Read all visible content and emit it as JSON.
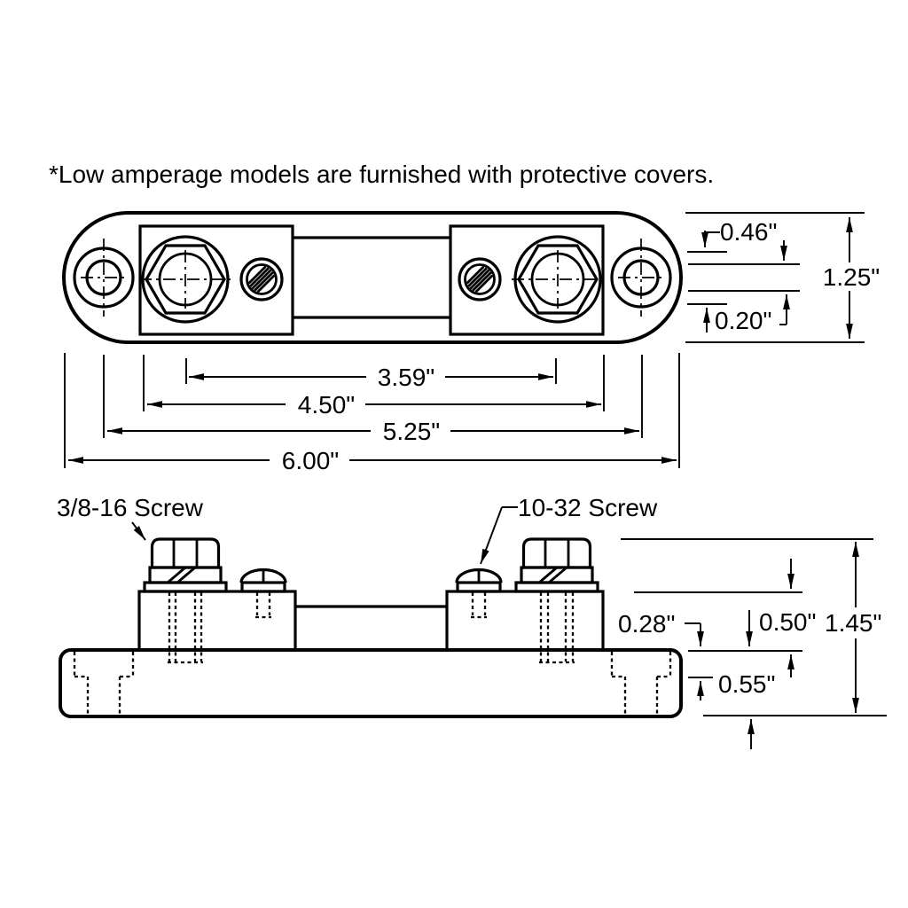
{
  "title": "*Low amperage models are furnished with protective covers.",
  "top_view": {
    "dim_0_46": "0.46\"",
    "dim_1_25": "1.25\"",
    "dim_0_20": "0.20\"",
    "dim_3_59": "3.59\"",
    "dim_4_50": "4.50\"",
    "dim_5_25": "5.25\"",
    "dim_6_00": "6.00\""
  },
  "side_view": {
    "label_large_screw": "3/8-16 Screw",
    "label_small_screw": "10-32 Screw",
    "dim_0_28": "0.28\"",
    "dim_0_50": "0.50\"",
    "dim_1_45": "1.45\"",
    "dim_0_55": "0.55\""
  },
  "colors": {
    "line": "#000000",
    "background": "#ffffff"
  }
}
